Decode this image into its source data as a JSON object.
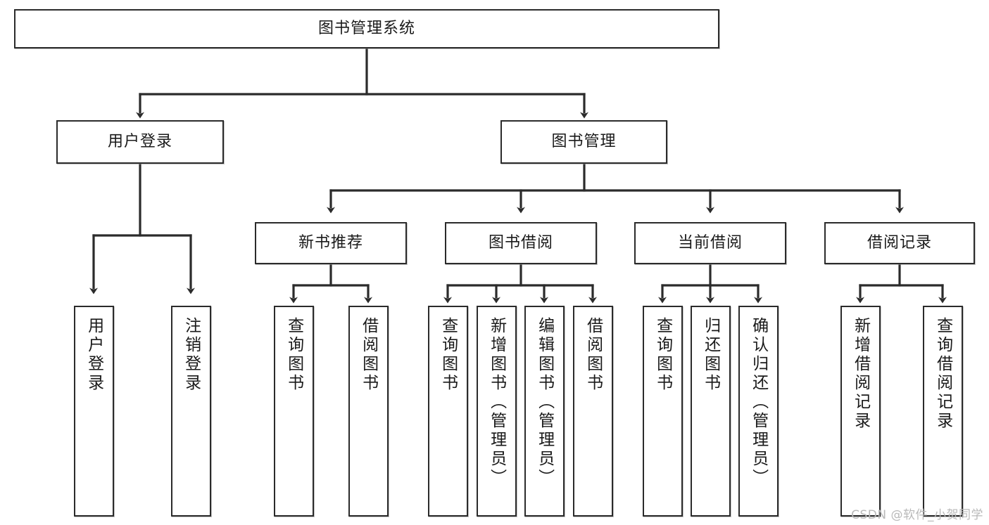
{
  "diagram": {
    "title": "图书管理系统",
    "watermark": "CSDN @软件_小贺同学",
    "type": "tree",
    "line_color": "#2b2b2b",
    "box_fill": "#ffffff",
    "text_color": "#1a1a1a",
    "root": {
      "label": "图书管理系统"
    },
    "level2": [
      {
        "label": "用户登录"
      },
      {
        "label": "图书管理"
      }
    ],
    "level3": [
      {
        "label": "新书推荐"
      },
      {
        "label": "图书借阅"
      },
      {
        "label": "当前借阅"
      },
      {
        "label": "借阅记录"
      }
    ],
    "leaves": [
      {
        "label": "用户登录",
        "parent": "用户登录"
      },
      {
        "label": "注销登录",
        "parent": "用户登录"
      },
      {
        "label": "查询图书",
        "parent": "新书推荐"
      },
      {
        "label": "借阅图书",
        "parent": "新书推荐"
      },
      {
        "label": "查询图书",
        "parent": "图书借阅"
      },
      {
        "label": "新增图书（管理员）",
        "parent": "图书借阅"
      },
      {
        "label": "编辑图书（管理员）",
        "parent": "图书借阅"
      },
      {
        "label": "借阅图书",
        "parent": "图书借阅"
      },
      {
        "label": "查询图书",
        "parent": "当前借阅"
      },
      {
        "label": "归还图书",
        "parent": "当前借阅"
      },
      {
        "label": "确认归还（管理员）",
        "parent": "当前借阅"
      },
      {
        "label": "新增借阅记录",
        "parent": "借阅记录"
      },
      {
        "label": "查询借阅记录",
        "parent": "借阅记录"
      }
    ]
  }
}
